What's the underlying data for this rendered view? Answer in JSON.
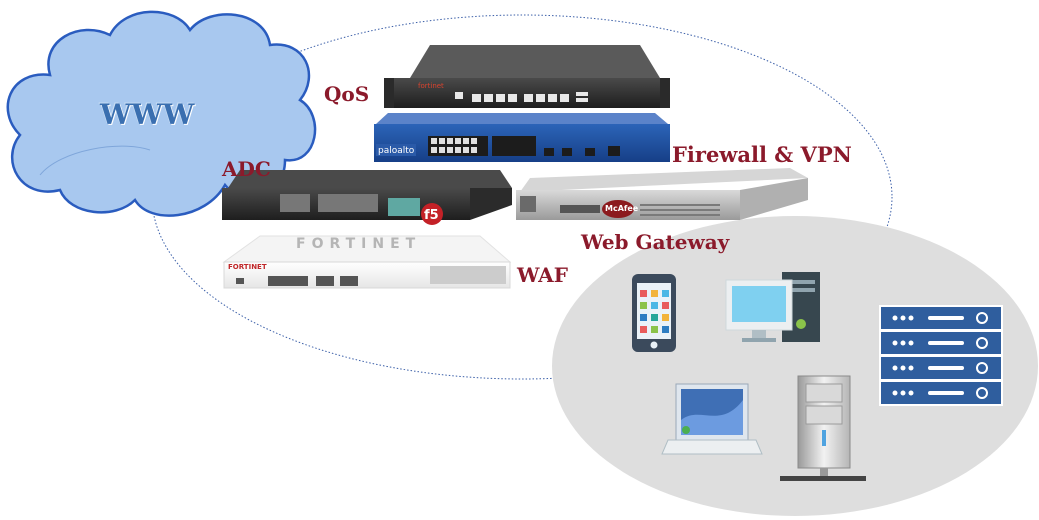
{
  "diagram": {
    "cloud_label": "WWW",
    "labels": {
      "qos": "QoS",
      "firewall_vpn": "Firewall & VPN",
      "adc": "ADC",
      "web_gateway": "Web Gateway",
      "waf": "WAF"
    },
    "brands": {
      "fortinet_top": "FORTINET",
      "fortinet_small": "FORTINET",
      "paloalto": "paloalto",
      "fortiver": "fortinet",
      "f5": "f5",
      "mcafee": "McAfee"
    },
    "colors": {
      "cloud_fill": "#a8c8ef",
      "cloud_stroke": "#2a5cbf",
      "label_text": "#8b1a2b",
      "client_area": "#dedede",
      "paloalto_blue": "#1f4e9c"
    },
    "client_icons": [
      "smartphone-icon",
      "desktop-pc-icon",
      "server-rack-icon",
      "laptop-icon",
      "tower-server-icon"
    ]
  }
}
